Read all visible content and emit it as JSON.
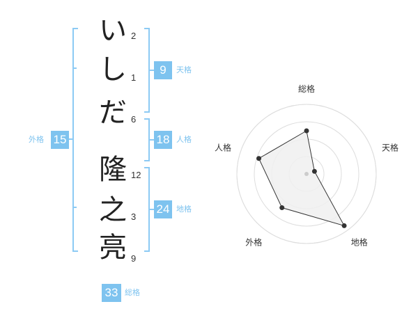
{
  "name": {
    "chars": [
      "い",
      "し",
      "だ",
      "隆",
      "之",
      "亮"
    ],
    "strokes": [
      "2",
      "1",
      "6",
      "12",
      "3",
      "9"
    ]
  },
  "scores": {
    "tenkaku": {
      "value": "9",
      "label": "天格"
    },
    "jinkaku": {
      "value": "18",
      "label": "人格"
    },
    "chikaku": {
      "value": "24",
      "label": "地格"
    },
    "gaikaku": {
      "value": "15",
      "label": "外格"
    },
    "soukaku": {
      "value": "33",
      "label": "総格"
    }
  },
  "chart_data": {
    "type": "radar",
    "axes": [
      "総格",
      "天格",
      "地格",
      "外格",
      "人格"
    ],
    "values": [
      0.62,
      0.12,
      0.92,
      0.6,
      0.72
    ],
    "rings": 4,
    "colors": {
      "fill": "#f0f0f0",
      "line": "#333333",
      "ring": "#dddddd"
    }
  }
}
